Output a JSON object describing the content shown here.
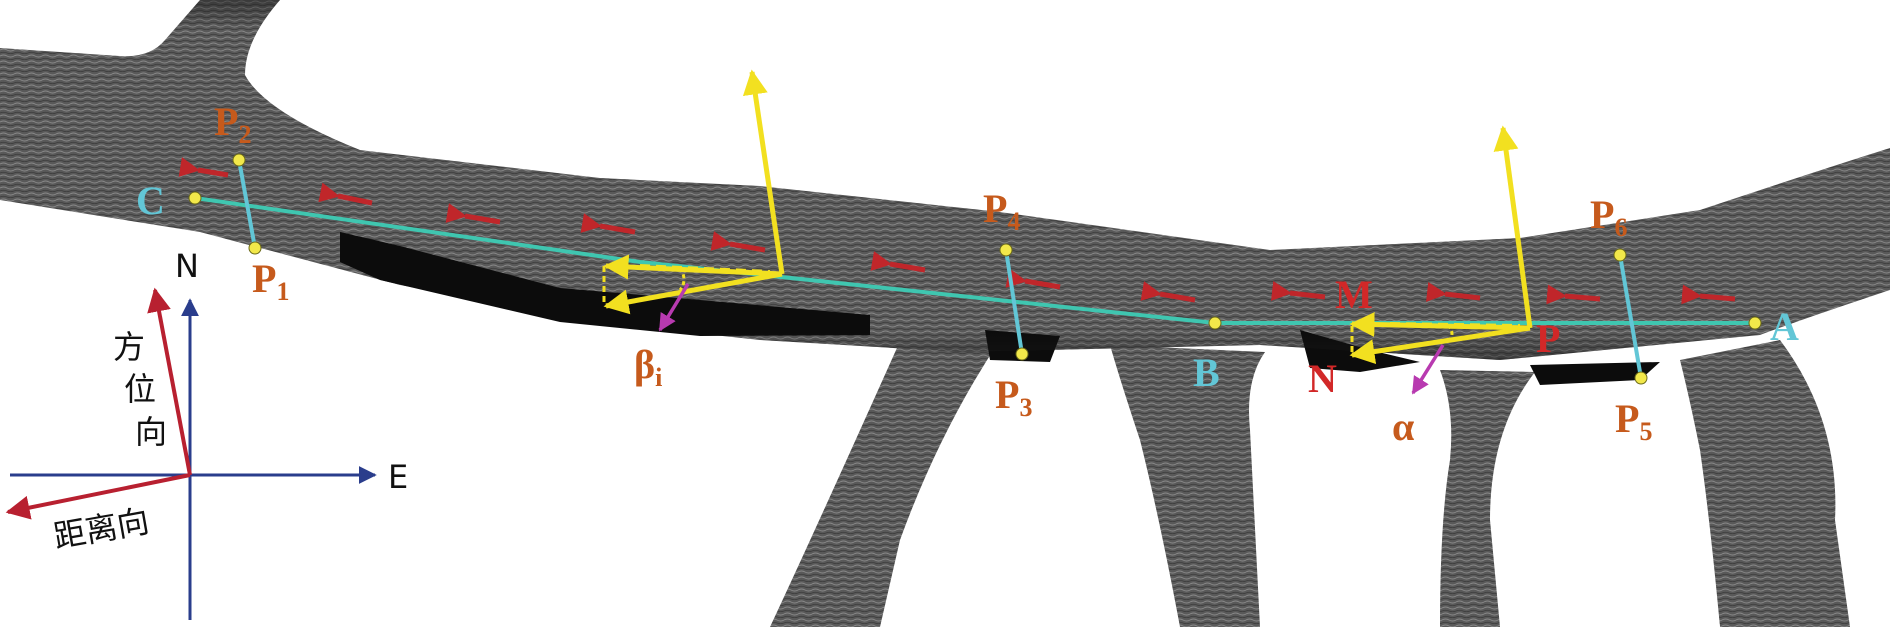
{
  "colors": {
    "background": "#ffffff",
    "glacier": "#5a5a5a",
    "shadow": "#0c0c0c",
    "centerline": "#3fc6b0",
    "cross_section": "#62c6d6",
    "point": "#f2e84a",
    "flow_arrow": "#c0262a",
    "vector": "#f2e020",
    "angle": "#b83ab0",
    "orange_label": "#c65a1c",
    "red_label": "#d22828",
    "cyan_label": "#62c6d6",
    "axis_blue": "#2a3d8c",
    "axis_red": "#b82030"
  },
  "labels": {
    "A": "A",
    "B": "B",
    "C": "C",
    "P1": "P",
    "P1_sub": "1",
    "P2": "P",
    "P2_sub": "2",
    "P3": "P",
    "P3_sub": "3",
    "P4": "P",
    "P4_sub": "4",
    "P5": "P",
    "P5_sub": "5",
    "P6": "P",
    "P6_sub": "6",
    "P": "P",
    "M": "M",
    "N": "N",
    "alpha": "α",
    "beta": "β",
    "beta_sub": "i"
  },
  "compass": {
    "north": "N",
    "east": "E",
    "azimuth": [
      "方",
      "位",
      "向"
    ],
    "range": "距离向"
  }
}
